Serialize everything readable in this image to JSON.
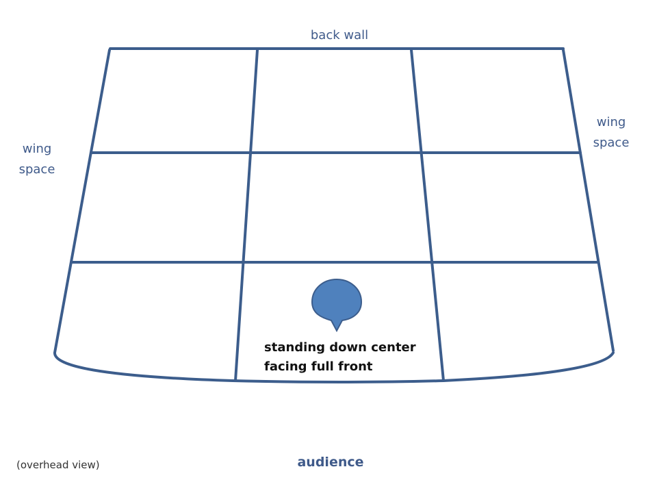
{
  "diagram": {
    "labels": {
      "back_wall": "back wall",
      "wing_left": [
        "wing",
        "space"
      ],
      "wing_right": [
        "wing",
        "space"
      ],
      "audience": "audience",
      "view_note": "(overhead view)",
      "actor_caption": [
        "standing down center",
        "facing full front"
      ]
    },
    "colors": {
      "grid_line": "#3c5d8c",
      "actor_fill": "#4f81bd",
      "actor_stroke": "#3c5d8c",
      "label_text": "#3f5a8a"
    },
    "actor": {
      "shape": "speech-bubble-head",
      "area": "down center"
    }
  }
}
